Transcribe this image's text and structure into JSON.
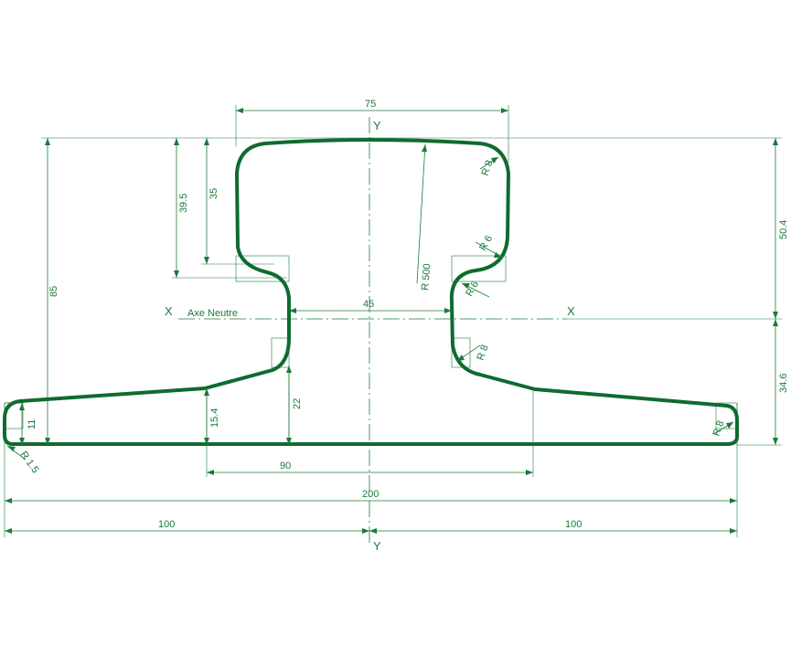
{
  "colors": {
    "line": "#1b7a3a",
    "profile": "#0f6b2f"
  },
  "axes": {
    "y_top": "Y",
    "y_bottom": "Y",
    "x_left": "X",
    "x_right": "X",
    "neutral_label": "Axe Neutre"
  },
  "dimensions": {
    "head_width": "75",
    "web_width": "45",
    "flange_span": "90",
    "base_width": "200",
    "half_left": "100",
    "half_right": "100",
    "total_height": "85",
    "head_depth": "39.5",
    "head_depth_inner": "35",
    "upper_to_neutral": "50.4",
    "lower_to_neutral": "34.6",
    "foot_edge": "11",
    "foot_slope": "15.4",
    "web_bottom": "22"
  },
  "radii": {
    "head_corner": "R 8",
    "head_lower": "R 6",
    "web_upper": "R 6",
    "web_lower": "R 8",
    "foot_tip_right": "R 8",
    "foot_tip_left": "R 1.5",
    "crown": "R 500"
  }
}
